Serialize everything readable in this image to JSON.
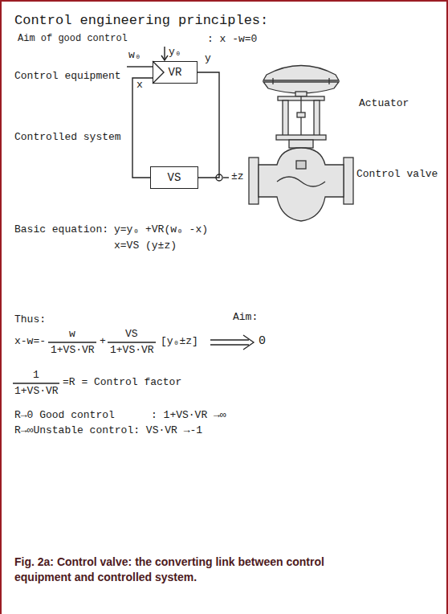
{
  "diagram": {
    "title": "Control engineering principles:",
    "caption": "Fig. 2a: Control valve: the converting link between control equipment and controlled system.",
    "nodes": [
      {
        "text": [
          "VR"
        ]
      },
      {
        "text": [
          "VS"
        ]
      }
    ],
    "edges": [
      {
        "from": 0,
        "to": 1,
        "arrow": "none"
      },
      {
        "from": 1,
        "to": 0,
        "arrow": "none"
      }
    ],
    "labels": [
      "Aim of good control",
      ": x -w=0",
      "w₀",
      "y₀",
      "y",
      "x",
      "Control equipment",
      "Controlled system",
      "±z",
      "Actuator",
      "Control valve",
      "Basic equation:",
      "y=y₀ +VR(w₀ -x)",
      "x=VS (y±z)",
      "Thus:",
      "Aim:",
      "x-w=-",
      "w",
      "1+VS·VR",
      "+",
      "VS",
      "1+VS·VR",
      "[y₀±z]",
      "0",
      "1",
      "1+VS·VR",
      "=R = Control factor",
      "R→0 Good control",
      ": 1+VS·VR →∞",
      "R→∞Unstable control: VS·VR →-1"
    ]
  }
}
